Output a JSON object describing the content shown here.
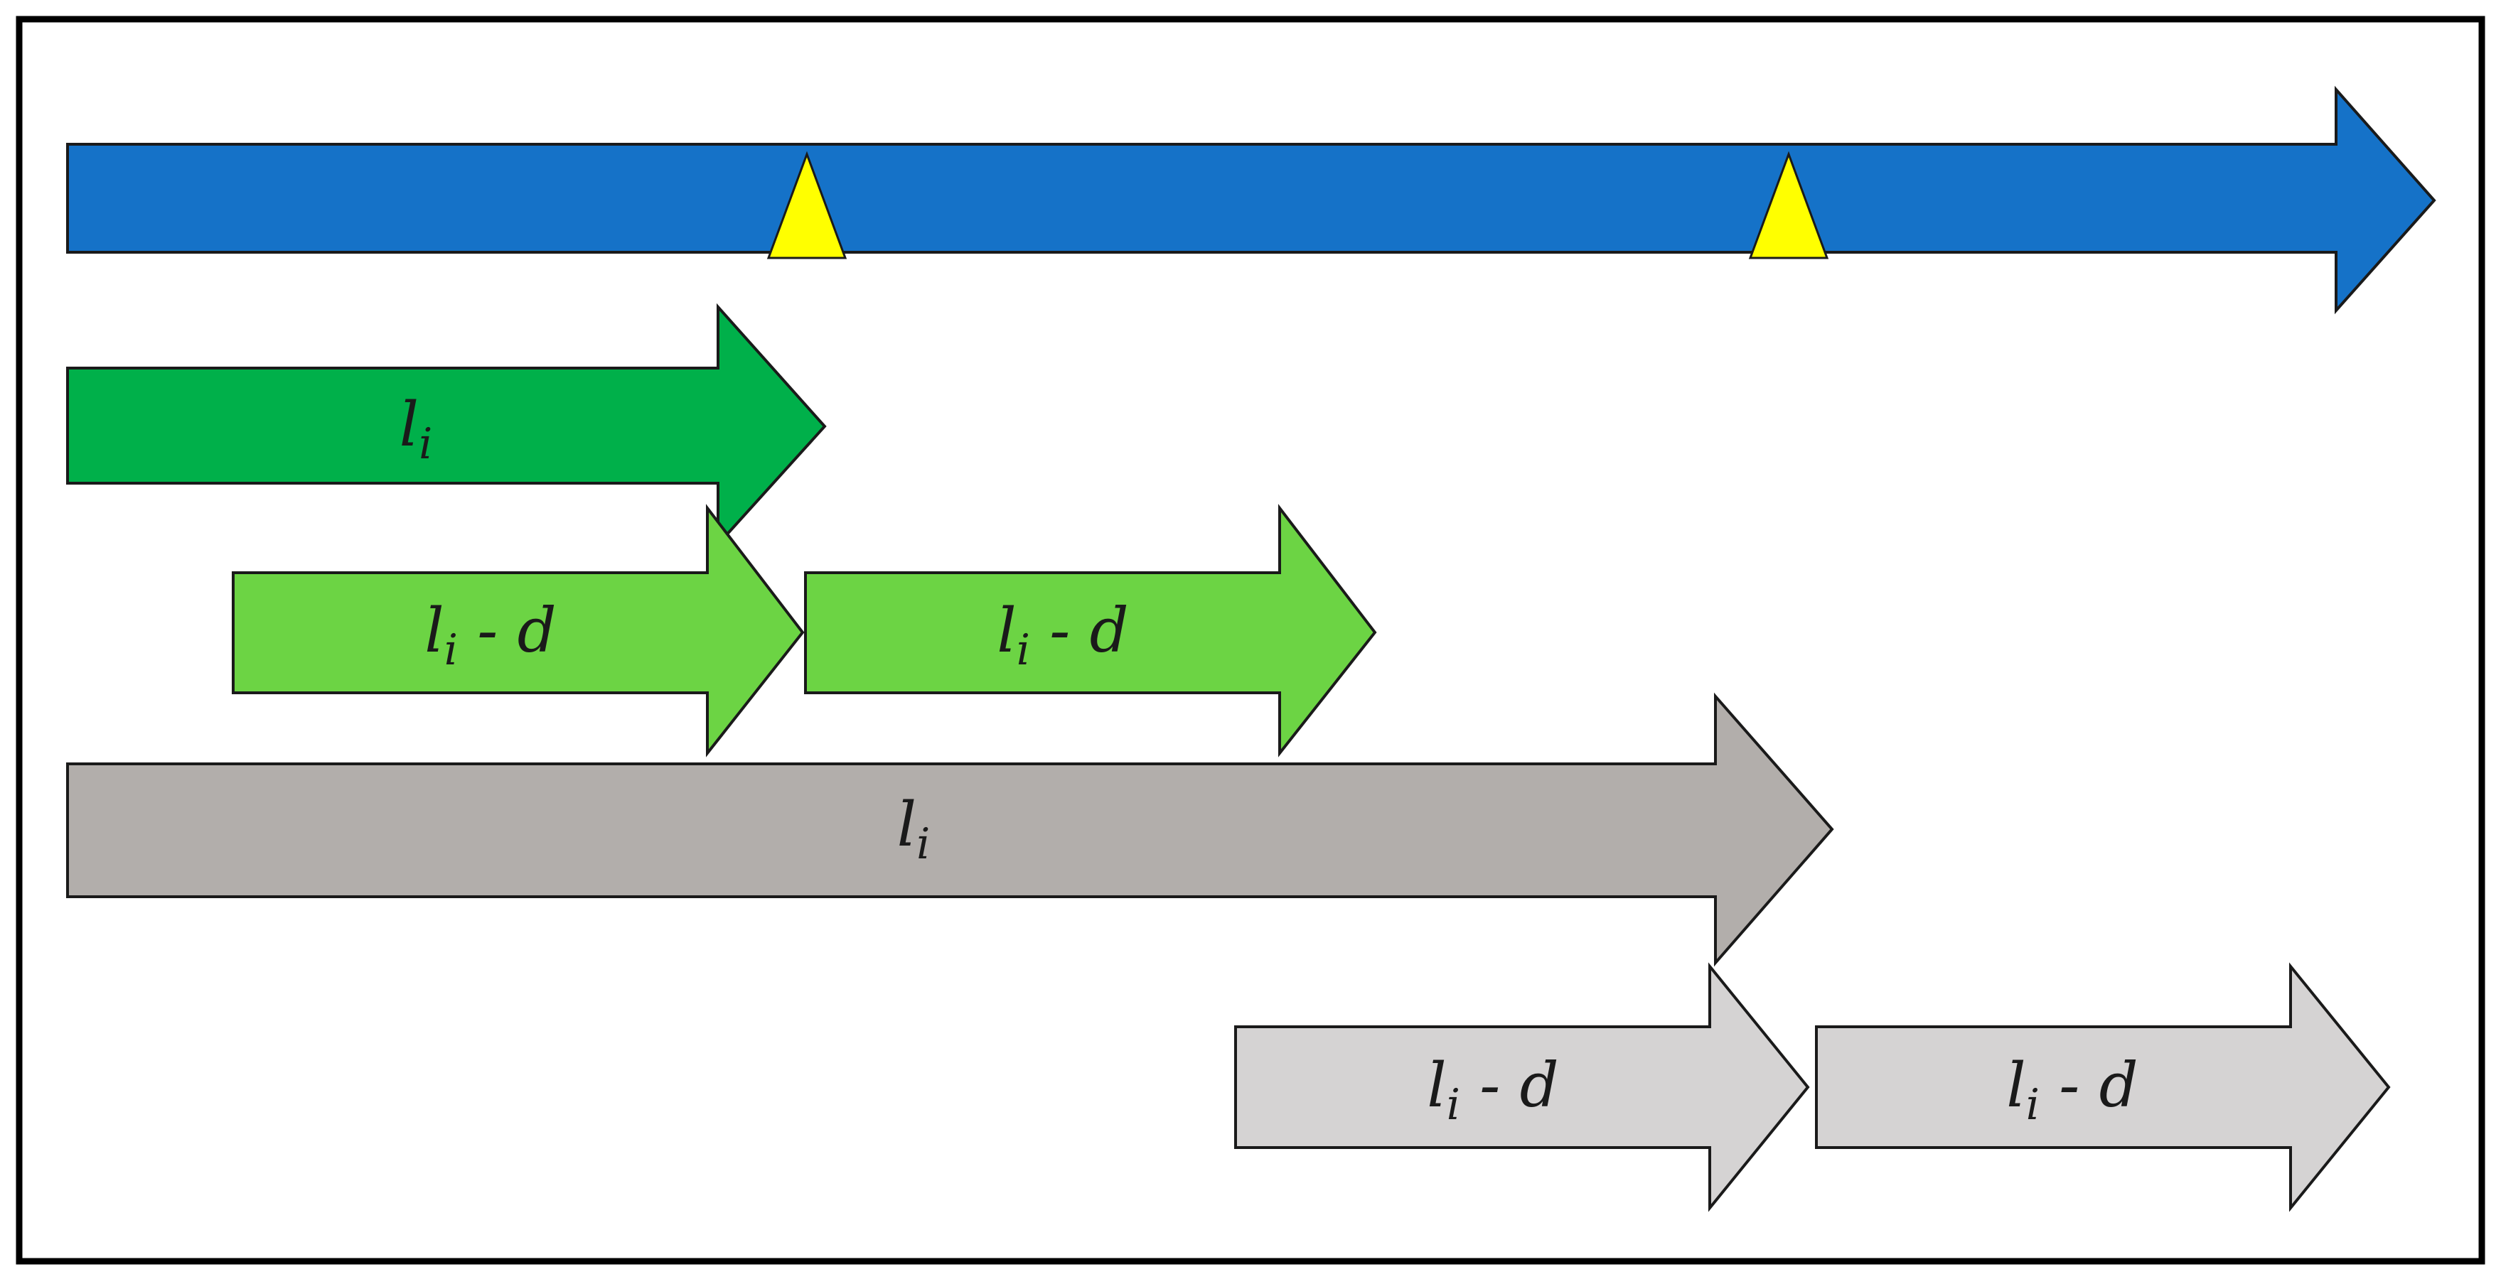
{
  "colors": {
    "frame": "#000000",
    "outline": "#1a1a1a",
    "blue": "#1572c8",
    "marker": "#ffff00",
    "dark_green": "#00b04a",
    "light_green": "#6cd444",
    "dark_gray": "#b2aeab",
    "light_gray": "#d5d3d3"
  },
  "labels": {
    "dark_green": {
      "main": "l",
      "sub": "i",
      "suffix": ""
    },
    "light_green_1": {
      "main": "l",
      "sub": "i",
      "suffix": " - d"
    },
    "light_green_2": {
      "main": "l",
      "sub": "i",
      "suffix": " - d"
    },
    "dark_gray": {
      "main": "l",
      "sub": "i",
      "suffix": ""
    },
    "light_gray_1": {
      "main": "l",
      "sub": "i",
      "suffix": " - d"
    },
    "light_gray_2": {
      "main": "l",
      "sub": "i",
      "suffix": " - d"
    }
  }
}
